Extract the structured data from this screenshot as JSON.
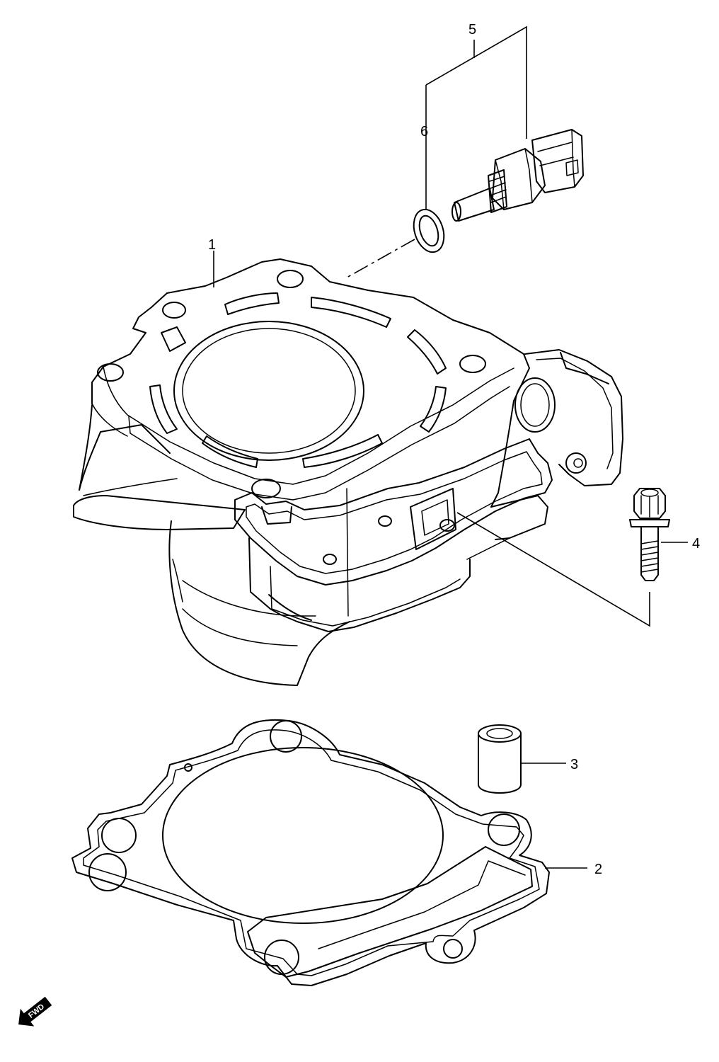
{
  "callouts": {
    "c1": "1",
    "c2": "2",
    "c3": "3",
    "c4": "4",
    "c5": "5",
    "c6": "6"
  },
  "direction_marker": {
    "label": "FWD",
    "icon": "forward-arrow-icon"
  },
  "colors": {
    "line": "#000000",
    "background": "#ffffff"
  }
}
